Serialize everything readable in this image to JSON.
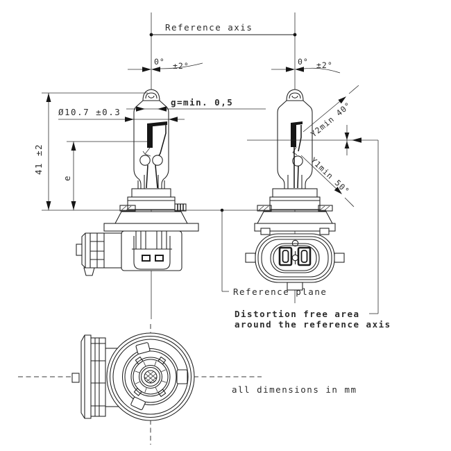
{
  "drawing": {
    "annotations": {
      "reference_axis": "Reference axis",
      "tilt_left": {
        "angle": "0°",
        "tolerance": "±2°"
      },
      "tilt_right": {
        "angle": "0°",
        "tolerance": "±2°"
      },
      "tip_gap": "g=min. 0,5",
      "bulb_diameter": "Ø10.7 ±0.3",
      "overall_length": "41 ±2",
      "light_center_length": "e",
      "y2_min_angle": "Y2min 40°",
      "y1_min_angle": "Y1min 50°",
      "reference_plane": "Reference plane",
      "distortion_free_line1": "Distortion free area",
      "distortion_free_line2": "around the reference axis",
      "units_note": "all dimensions in mm"
    },
    "colors": {
      "line": "#1c1c1c",
      "text": "#2b2b2b",
      "background": "#ffffff"
    }
  }
}
